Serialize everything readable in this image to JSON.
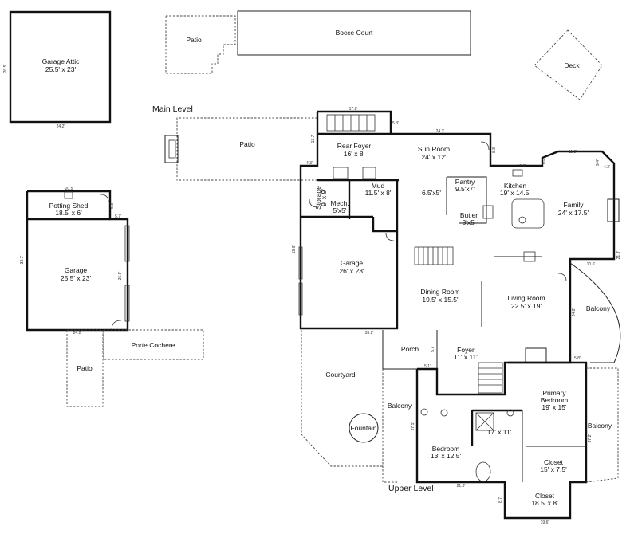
{
  "levels": {
    "main": "Main Level",
    "upper": "Upper Level"
  },
  "rooms": {
    "garage_attic": {
      "name": "Garage Attic",
      "dims": "25.5' x 23'"
    },
    "patio_top": {
      "name": "Patio"
    },
    "bocce_court": {
      "name": "Bocce Court"
    },
    "deck": {
      "name": "Deck"
    },
    "patio_main": {
      "name": "Patio"
    },
    "rear_foyer": {
      "name": "Rear Foyer",
      "dims": "16' x 8'"
    },
    "sun_room": {
      "name": "Sun Room",
      "dims": "24' x 12'"
    },
    "mud": {
      "name": "Mud",
      "dims": "11.5' x 8'"
    },
    "mud_closet": {
      "dims": "6.5'x5'"
    },
    "pantry": {
      "name": "Pantry",
      "dims": "9.5'x7'"
    },
    "kitchen": {
      "name": "Kitchen",
      "dims": "19' x 14.5'"
    },
    "storage": {
      "name": "Storage",
      "dims": "9' x 9'"
    },
    "mech": {
      "name": "Mech.",
      "dims": "5'x5'"
    },
    "butler": {
      "name": "Butler",
      "dims": "8'x5'"
    },
    "family": {
      "name": "Family",
      "dims": "24' x 17.5'"
    },
    "potting_shed": {
      "name": "Potting Shed",
      "dims": "18.5' x 6'"
    },
    "garage_left": {
      "name": "Garage",
      "dims": "25.5' x 23'"
    },
    "garage_main": {
      "name": "Garage",
      "dims": "26' x 23'"
    },
    "dining": {
      "name": "Dining Room",
      "dims": "19.5' x 15.5'"
    },
    "living": {
      "name": "Living Room",
      "dims": "22.5' x 19'"
    },
    "balcony_right": {
      "name": "Balcony"
    },
    "porte_cochere": {
      "name": "Porte Cochere"
    },
    "patio_low": {
      "name": "Patio"
    },
    "porch": {
      "name": "Porch"
    },
    "foyer": {
      "name": "Foyer",
      "dims": "11' x 11'"
    },
    "courtyard": {
      "name": "Courtyard"
    },
    "fountain": {
      "name": "Fountain"
    },
    "balcony_upper": {
      "name": "Balcony"
    },
    "primary_bedroom": {
      "name": "Primary",
      "name2": "Bedroom",
      "dims": "19' x 15'"
    },
    "bath": {
      "dims": "17' x 11'"
    },
    "balcony_far": {
      "name": "Balcony"
    },
    "bedroom": {
      "name": "Bedroom",
      "dims": "13' x 12.5'"
    },
    "closet1": {
      "name": "Closet",
      "dims": "15' x 7.5'"
    },
    "closet2": {
      "name": "Closet",
      "dims": "18.5' x 8'"
    }
  },
  "dimension_labels": {
    "attic_side": "26.5'",
    "attic_bottom": "24.2'",
    "foyer_top": "17.8'",
    "foyer_right": "5.3'",
    "sun_top": "24.3'",
    "sun_left": "13.7'",
    "left_43": "4.3'",
    "sun_right": "8.8'",
    "kitchen_top": "11.3'",
    "kitchen_step": "8.3'",
    "kitchen_left": "13.8'",
    "family_top": "9.4'",
    "family_right": "4.3'",
    "shed_top": "20.5'",
    "shed_right": "6.3'",
    "shed_step": "5.7'",
    "garage_left_side": "33.7'",
    "garage_left_inner": "26.9'",
    "garage_left_bottom": "24.2'",
    "garage_main_side": "19.6'",
    "garage_main_bottom": "33.2'",
    "family_side": "21.8'",
    "family_low": "10.6'",
    "living_right": "24.8'",
    "living_bottom": "5.8'",
    "porch_right": "5.7'",
    "porch_bottom": "5.1'",
    "upper_left": "27.1'",
    "primary_right": "37.2'",
    "upper_bottom": "21.8'",
    "closet_side": "8.7'",
    "closet_bottom": "19.6'"
  }
}
